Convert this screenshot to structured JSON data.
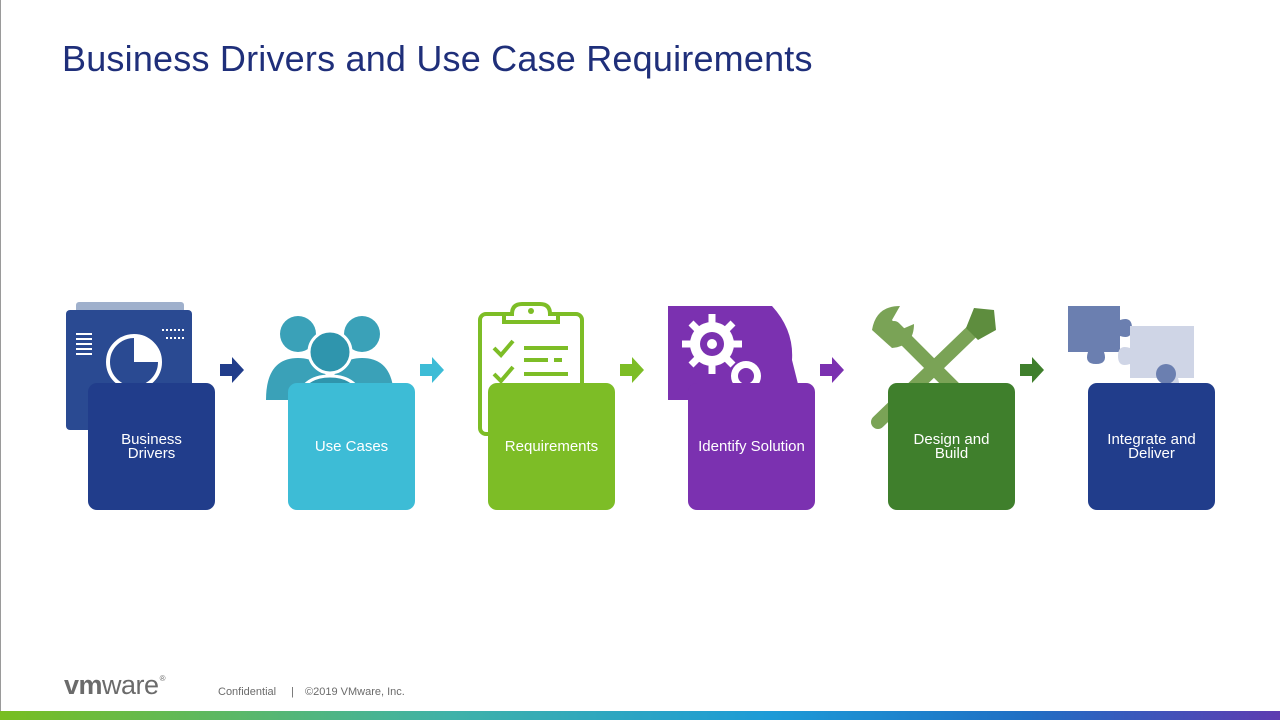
{
  "slide": {
    "title": "Business Drivers and Use Case Requirements"
  },
  "steps": [
    {
      "label": "Business Drivers",
      "color": "#213d8b",
      "icon": "report-chart-icon"
    },
    {
      "label": "Use Cases",
      "color": "#3dbcd6",
      "icon": "people-group-icon"
    },
    {
      "label": "Requirements",
      "color": "#7dbd26",
      "icon": "clipboard-checklist-icon"
    },
    {
      "label": "Identify Solution",
      "color": "#7b31b0",
      "icon": "head-gears-icon"
    },
    {
      "label": "Design and Build",
      "color": "#3f7f2c",
      "icon": "wrench-screwdriver-icon"
    },
    {
      "label": "Integrate and Deliver",
      "color": "#213d8b",
      "icon": "puzzle-pieces-icon"
    }
  ],
  "footer": {
    "logo_vm": "vm",
    "logo_ware": "ware",
    "logo_reg": "®",
    "confidential": "Confidential",
    "separator": "|",
    "copyright": "©2019 VMware, Inc."
  }
}
